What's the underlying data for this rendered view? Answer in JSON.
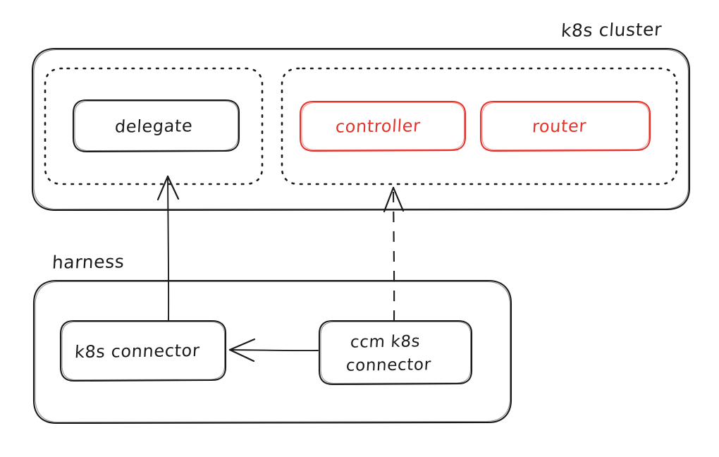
{
  "diagram": {
    "title_label": "k8s cluster",
    "style": "hand-drawn sketch",
    "colors": {
      "stroke": "#1b1b1b",
      "accent_red": "#e3332b",
      "background": "#ffffff"
    },
    "groups": [
      {
        "id": "k8s-cluster",
        "label": "k8s cluster",
        "border": "solid",
        "label_position": "above-right"
      },
      {
        "id": "harness",
        "label": "harness",
        "border": "solid",
        "label_position": "above-left"
      }
    ],
    "subgroups": [
      {
        "id": "delegate-group",
        "border": "dotted",
        "label": ""
      },
      {
        "id": "workloads-group",
        "border": "dotted",
        "label": ""
      }
    ],
    "nodes": [
      {
        "id": "delegate",
        "label": "delegate",
        "color": "#1b1b1b",
        "parent": "k8s-cluster"
      },
      {
        "id": "controller",
        "label": "controller",
        "color": "#e3332b",
        "parent": "k8s-cluster"
      },
      {
        "id": "router",
        "label": "router",
        "color": "#e3332b",
        "parent": "k8s-cluster"
      },
      {
        "id": "k8s-connector",
        "label": "k8s connector",
        "color": "#1b1b1b",
        "parent": "harness"
      },
      {
        "id": "ccm-k8s-connector",
        "label_line1": "ccm k8s",
        "label_line2": "connector",
        "color": "#1b1b1b",
        "parent": "harness"
      }
    ],
    "edges": [
      {
        "id": "edge-k8sconn-delegate",
        "from": "k8s-connector",
        "to": "delegate",
        "style": "solid",
        "arrow": "up"
      },
      {
        "id": "edge-ccm-workloads",
        "from": "ccm-k8s-connector",
        "to": "workloads-group",
        "style": "dashed",
        "arrow": "up"
      },
      {
        "id": "edge-ccm-k8sconn",
        "from": "ccm-k8s-connector",
        "to": "k8s-connector",
        "style": "solid",
        "arrow": "left"
      }
    ]
  }
}
